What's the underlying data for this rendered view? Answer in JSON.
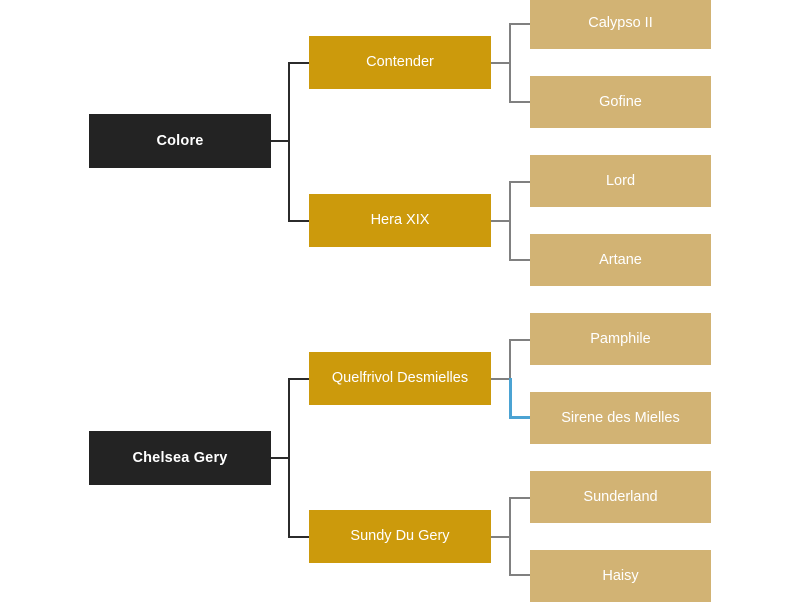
{
  "diagram": {
    "type": "pedigree-tree",
    "title_visible": false,
    "background_color": "#ffffff",
    "colors": {
      "generation0_box": "#232323",
      "generation1_box": "#CC9A0C",
      "generation2_box": "#D2B374",
      "text": "#ffffff",
      "connector_dark": "#2b2b2b",
      "connector_gray": "#808080",
      "connector_highlight": "#4BA3D3"
    },
    "trees": [
      {
        "id": "tree-colore",
        "root": {
          "label": "Colore",
          "generation": 0
        },
        "parents": [
          {
            "label": "Contender",
            "generation": 1,
            "grandparents": [
              {
                "label": "Calypso II",
                "generation": 2,
                "highlighted": false
              },
              {
                "label": "Gofine",
                "generation": 2,
                "highlighted": false
              }
            ]
          },
          {
            "label": "Hera XIX",
            "generation": 1,
            "grandparents": [
              {
                "label": "Lord",
                "generation": 2,
                "highlighted": false
              },
              {
                "label": "Artane",
                "generation": 2,
                "highlighted": false
              }
            ]
          }
        ]
      },
      {
        "id": "tree-chelsea-gery",
        "root": {
          "label": "Chelsea Gery",
          "generation": 0
        },
        "parents": [
          {
            "label": "Quelfrivol Desmielles",
            "generation": 1,
            "grandparents": [
              {
                "label": "Pamphile",
                "generation": 2,
                "highlighted": false
              },
              {
                "label": "Sirene des Mielles",
                "generation": 2,
                "highlighted": true
              }
            ]
          },
          {
            "label": "Sundy Du Gery",
            "generation": 1,
            "grandparents": [
              {
                "label": "Sunderland",
                "generation": 2,
                "highlighted": false
              },
              {
                "label": "Haisy",
                "generation": 2,
                "highlighted": false
              }
            ]
          }
        ]
      }
    ]
  }
}
